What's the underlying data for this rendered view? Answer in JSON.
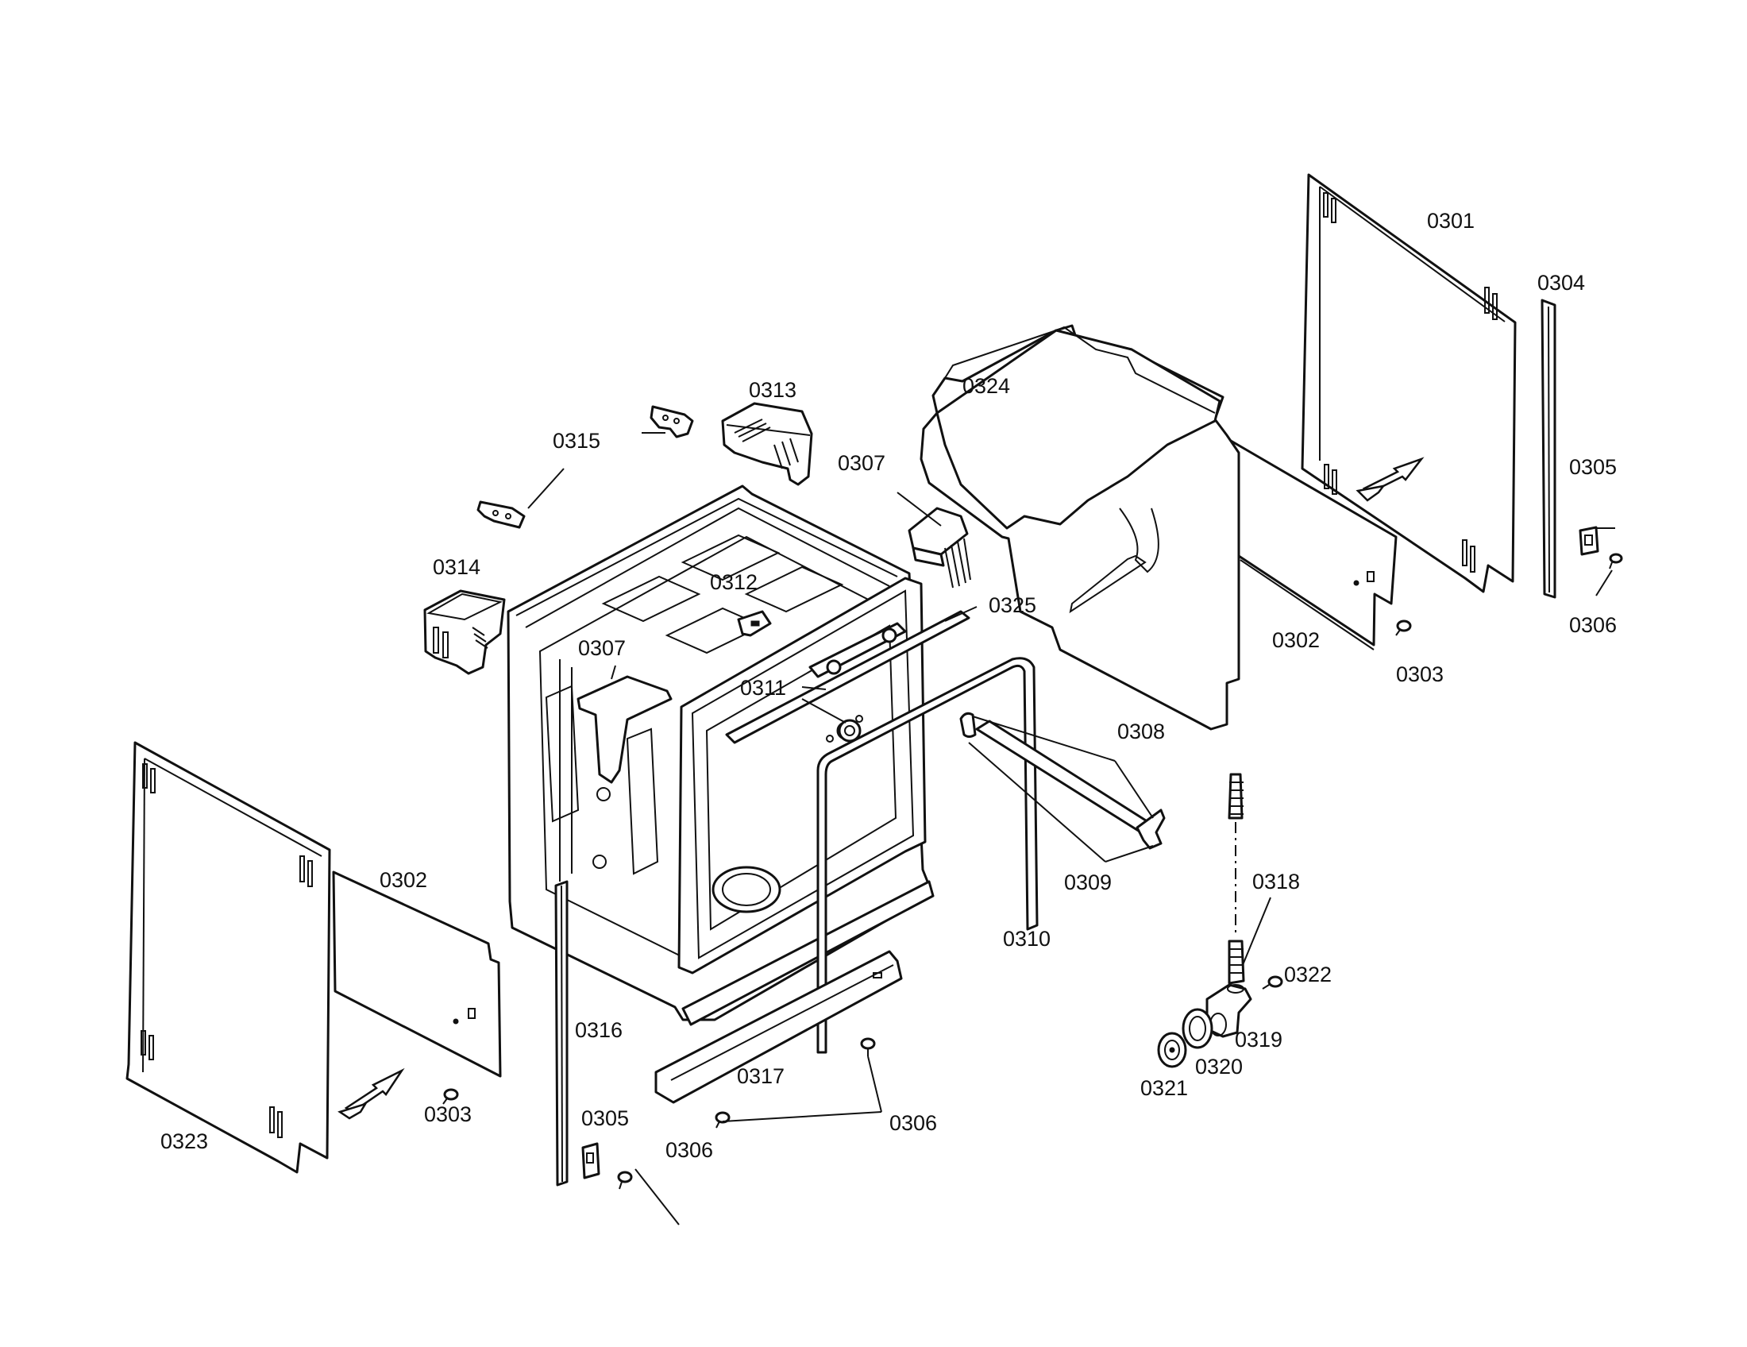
{
  "labels": {
    "l0301": "0301",
    "l0304": "0304",
    "l0324": "0324",
    "l0313": "0313",
    "l0315": "0315",
    "l0307a": "0307",
    "l0305a": "0305",
    "l0314": "0314",
    "l0312": "0312",
    "l0325": "0325",
    "l0306a": "0306",
    "l0302a": "0302",
    "l0303a": "0303",
    "l0307b": "0307",
    "l0311": "0311",
    "l0308": "0308",
    "l0302b": "0302",
    "l0309": "0309",
    "l0318": "0318",
    "l0310": "0310",
    "l0322": "0322",
    "l0316": "0316",
    "l0319": "0319",
    "l0320": "0320",
    "l0317": "0317",
    "l0321": "0321",
    "l0303b": "0303",
    "l0305b": "0305",
    "l0306b": "0306",
    "l0306c": "0306",
    "l0323": "0323"
  }
}
